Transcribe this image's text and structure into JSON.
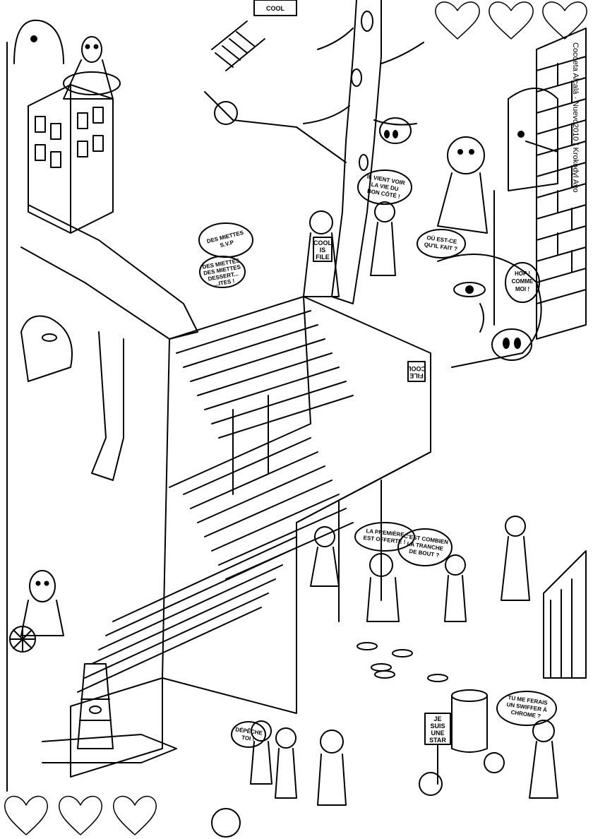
{
  "credit": "Cocoeta Alcalá · Nuevo2010 / Krokodyl Ayo",
  "hearts": {
    "top_count": 3,
    "bottom_count": 3
  },
  "bubbles": {
    "b1": [
      "DES MIETTES",
      "S.V.P"
    ],
    "b2": [
      "DES MIETTES",
      "DES MIETTES",
      "DESSERT...",
      "...ITES !"
    ],
    "b3": [
      "IL VIENT VOIR",
      "LA VIE DU",
      "BON CÔTÉ !"
    ],
    "b4": [
      "OÙ EST-CE",
      "QU'IL FAIT ?"
    ],
    "b5": [
      "HOP !",
      "COMME",
      "MOI !"
    ],
    "b6": [
      "LA PREMIÈRE",
      "EST OFFERTE !"
    ],
    "b7": [
      "C'EST COMBIEN",
      "LA TRANCHE",
      "DE BOUT ?"
    ],
    "b8": [
      "DÉPÊCHE",
      "TOI !"
    ],
    "b9": [
      "TU ME FERAIS",
      "UN SWIFFER À",
      "CHROME ?"
    ]
  },
  "signs": {
    "shirt1": [
      "COOL",
      "IS",
      "FILE"
    ],
    "shirt2": [
      "FILE",
      "COOL"
    ],
    "star": [
      "JE",
      "SUIS",
      "UNE",
      "STAR"
    ],
    "top": "COOL"
  },
  "colors": {
    "ink": "#000000",
    "paper": "#ffffff"
  }
}
